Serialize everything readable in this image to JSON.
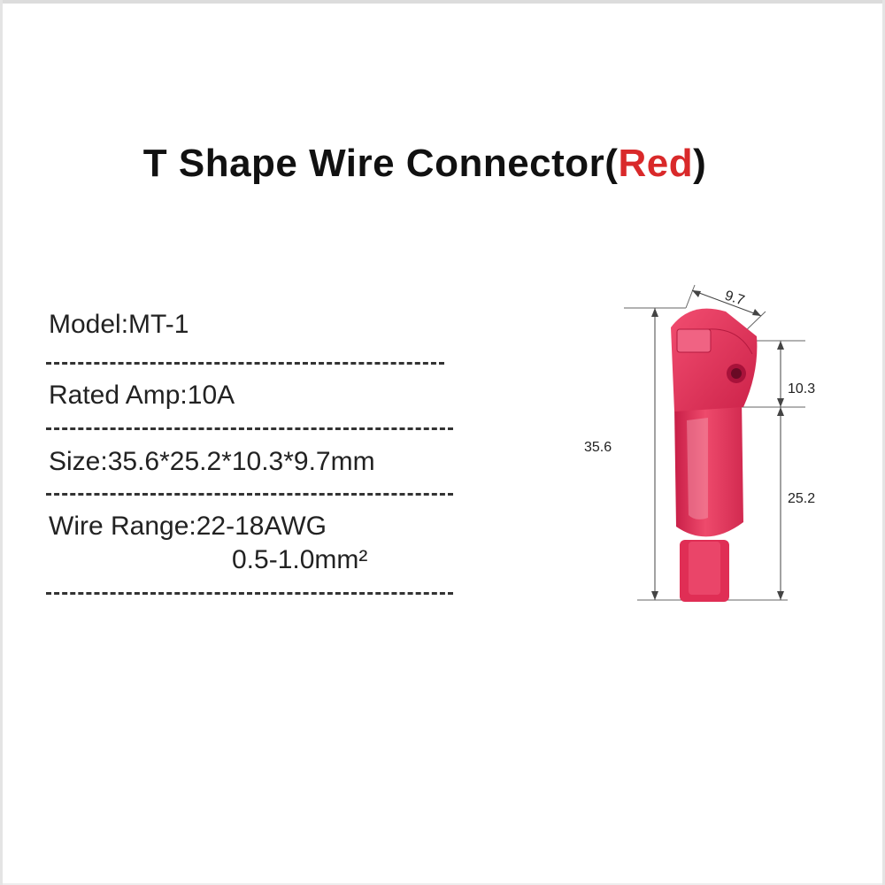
{
  "title": {
    "main": "T Shape Wire Connector(",
    "accent": "Red",
    "close": ")"
  },
  "specs": {
    "model": "Model:MT-1",
    "rated_amp": "Rated Amp:10A",
    "size": "Size:35.6*25.2*10.3*9.7mm",
    "wire_range": "Wire Range:22-18AWG",
    "wire_range_metric": "0.5-1.0mm²"
  },
  "dimensions": {
    "overall_height": "35.6",
    "top_width": "9.7",
    "head_height": "10.3",
    "body_height": "25.2"
  },
  "colors": {
    "accent": "#d9292a",
    "connector": "#e8345a"
  }
}
